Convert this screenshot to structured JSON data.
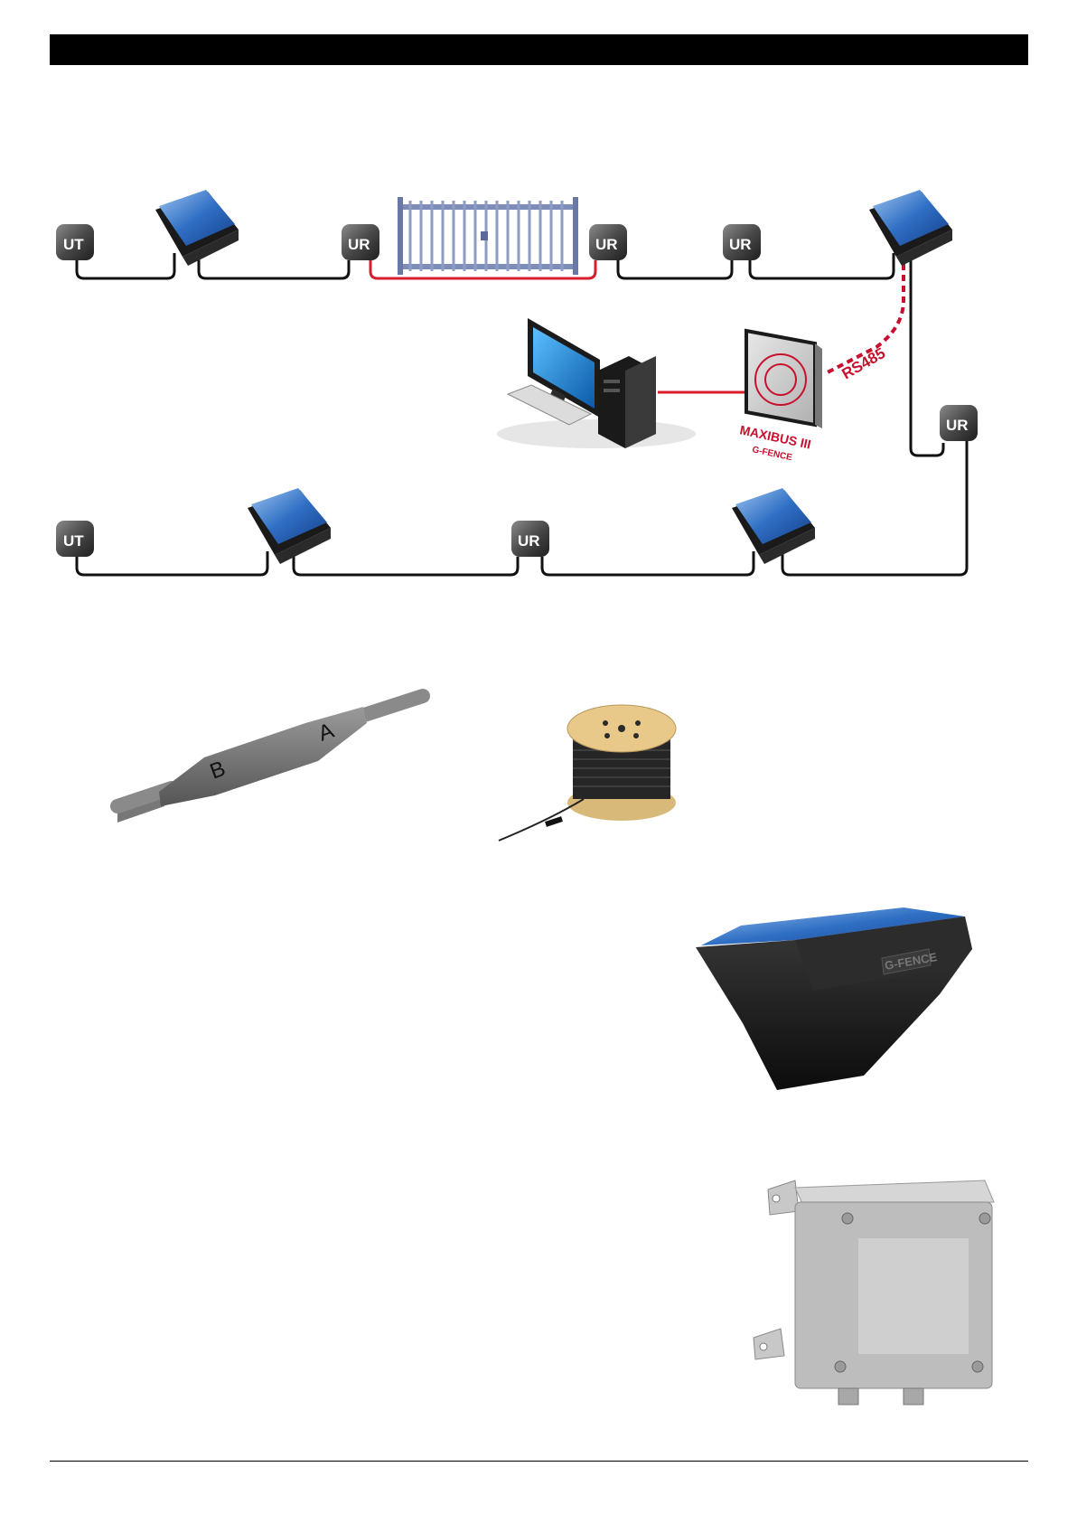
{
  "diagram": {
    "node_ut": "UT",
    "node_ur": "UR",
    "controller_name": "MAXIBUS III",
    "controller_brand": "G-FENCE",
    "link_label": "RS485"
  },
  "products": {
    "splice_label_a": "A",
    "splice_label_b": "B",
    "sensor_brand": "G-FENCE"
  },
  "colors": {
    "cable": "#111111",
    "gate_link": "#d81e2c",
    "rs485": "#c8102e",
    "solar": "#2f6fc4",
    "gate": "#7e8cb8"
  }
}
